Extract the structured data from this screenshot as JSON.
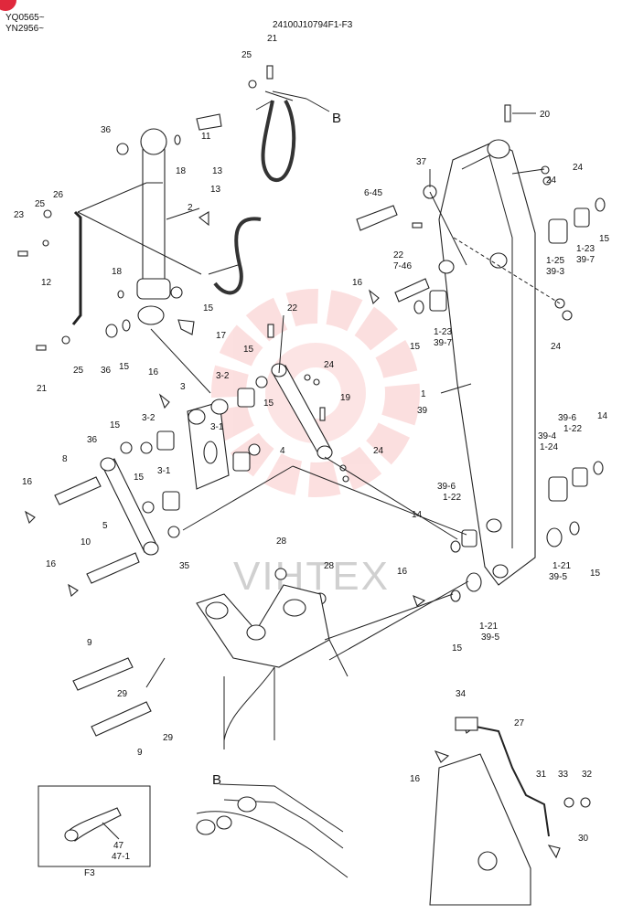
{
  "header": {
    "serial_1": "YQ0565~",
    "serial_2": "YN2956~",
    "drawing_no": "24100J10794F1-F3"
  },
  "watermark": "VIHTEX",
  "inset": {
    "title": "F3"
  },
  "view_marks": {
    "b_top": "B",
    "b_bottom": "B"
  },
  "labels": [
    "21",
    "25",
    "B",
    "36",
    "18",
    "11",
    "13",
    "20",
    "37",
    "24",
    "23",
    "25",
    "26",
    "2",
    "13",
    "6-45",
    "22",
    "7-46",
    "1-25",
    "39-3",
    "1-23",
    "39-7",
    "15",
    "12",
    "18",
    "15",
    "16",
    "1-23",
    "39-7",
    "15",
    "24",
    "17",
    "22",
    "21",
    "25",
    "36",
    "15",
    "15",
    "24",
    "16",
    "3",
    "3-2",
    "15",
    "19",
    "1",
    "39",
    "15",
    "3-2",
    "3-1",
    "36",
    "8",
    "4",
    "24",
    "39-6",
    "1-22",
    "39-4",
    "1-24",
    "14",
    "3-1",
    "16",
    "15",
    "5",
    "39-6",
    "1-22",
    "14",
    "35",
    "28",
    "10",
    "16",
    "28",
    "16",
    "1-21",
    "39-5",
    "15",
    "1-21",
    "39-5",
    "15",
    "9",
    "29",
    "29",
    "9",
    "34",
    "27",
    "16",
    "31",
    "33",
    "32",
    "B",
    "30",
    "47",
    "47-1",
    "24"
  ]
}
